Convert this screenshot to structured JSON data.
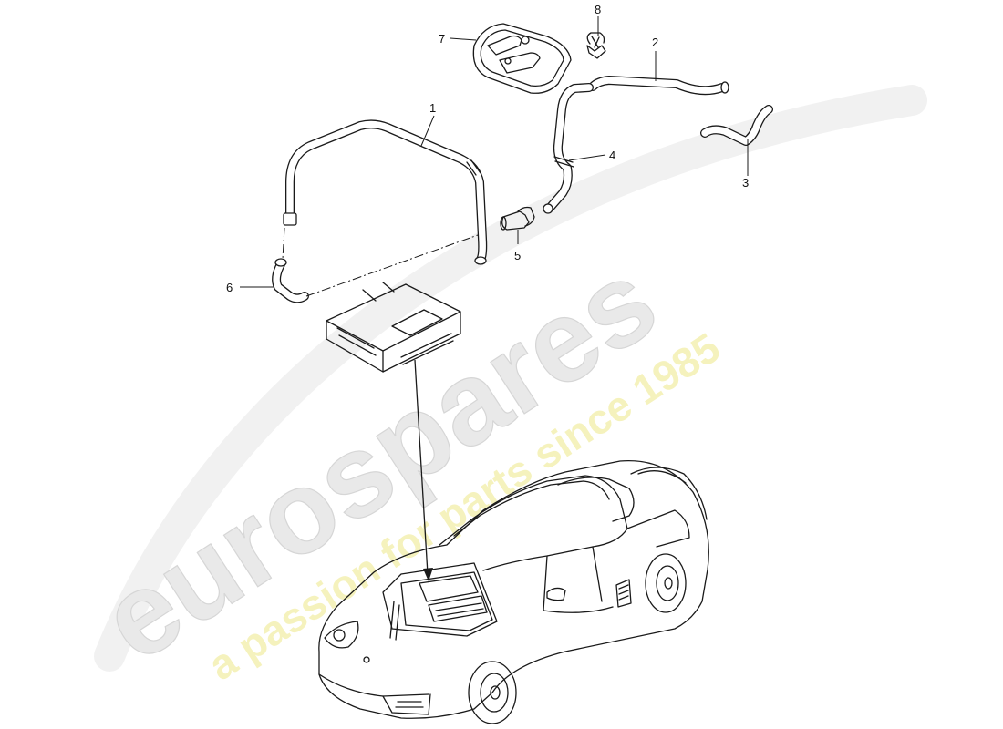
{
  "watermark": {
    "brand": "eurospares",
    "tagline": "a passion for parts since 1985",
    "brand_color": "#e6e6e6",
    "tagline_color": "#f3f0b3"
  },
  "callouts": [
    {
      "id": "1",
      "label": "1"
    },
    {
      "id": "2",
      "label": "2"
    },
    {
      "id": "3",
      "label": "3"
    },
    {
      "id": "4",
      "label": "4"
    },
    {
      "id": "5",
      "label": "5"
    },
    {
      "id": "6",
      "label": "6"
    },
    {
      "id": "7",
      "label": "7"
    },
    {
      "id": "8",
      "label": "8"
    }
  ]
}
